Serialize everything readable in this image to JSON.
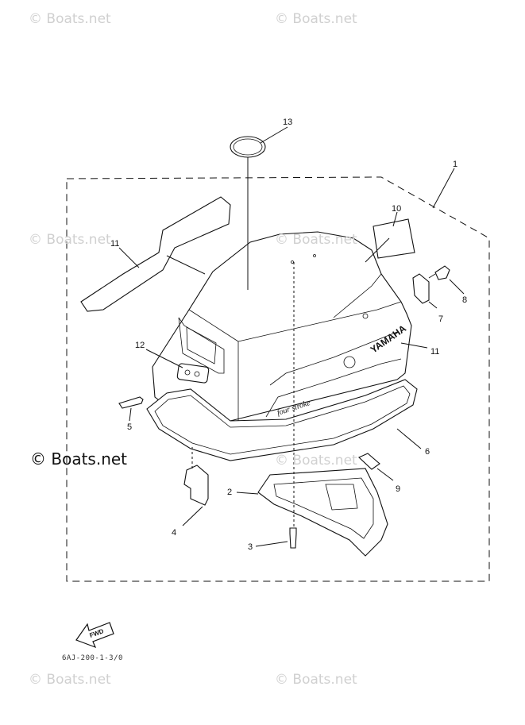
{
  "watermarks": {
    "top_left": "© Boats.net",
    "top_right": "© Boats.net",
    "mid_left": "© Boats.net",
    "mid_center": "© Boats.net",
    "mid_center2": "© Boats.net",
    "bottom_left": "© Boats.net",
    "bottom_right": "© Boats.net",
    "main": "© Boats.net"
  },
  "callouts": {
    "c1": "1",
    "c2": "2",
    "c3": "3",
    "c4": "4",
    "c5": "5",
    "c6": "6",
    "c7": "7",
    "c8": "8",
    "c9": "9",
    "c10": "10",
    "c11a": "11",
    "c11b": "11",
    "c12": "12",
    "c13": "13"
  },
  "decal": {
    "brand": "YAMAHA",
    "model": "four stroke"
  },
  "fwd_label": "FWD",
  "diagram_code": "6AJ-200-1-3/0"
}
